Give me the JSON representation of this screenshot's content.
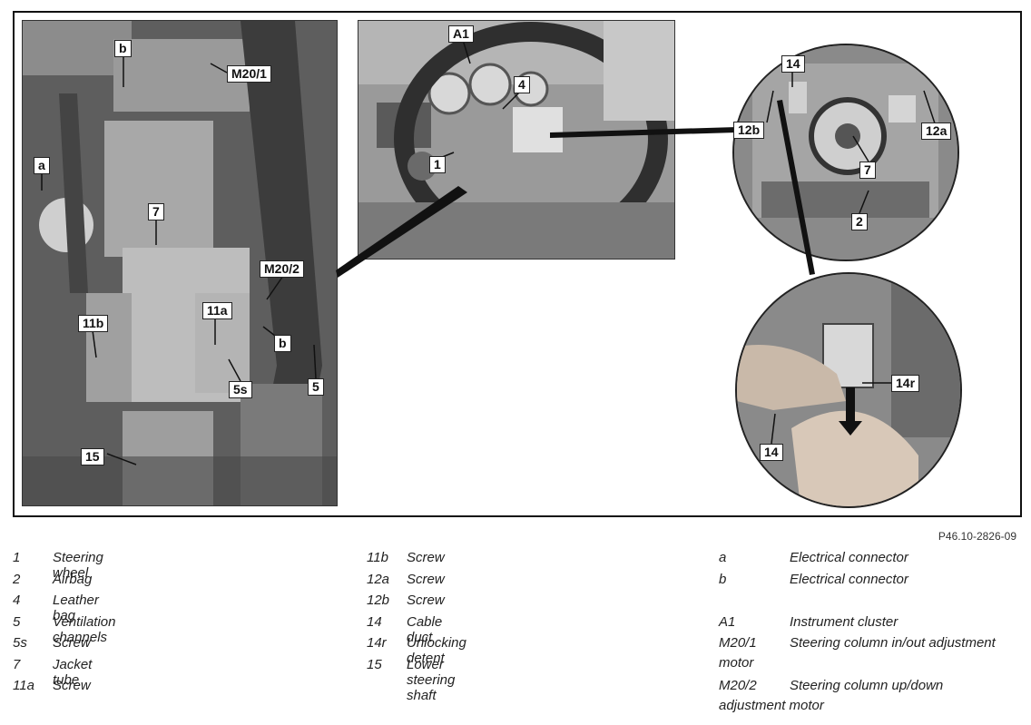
{
  "figure_id": "P46.10-2826-09",
  "callouts": {
    "b1": "b",
    "m20_1": "M20/1",
    "a": "a",
    "c7": "7",
    "m20_2": "M20/2",
    "c11a": "11a",
    "c11b": "11b",
    "b2": "b",
    "c5s": "5s",
    "c5": "5",
    "c15": "15",
    "a1": "A1",
    "c4": "4",
    "c1": "1",
    "c14": "14",
    "c12b": "12b",
    "c12a": "12a",
    "c7b": "7",
    "c2": "2",
    "c14r": "14r",
    "c14b": "14"
  },
  "legend": {
    "col1": [
      {
        "code": "1",
        "desc": "Steering wheel"
      },
      {
        "code": "2",
        "desc": "Airbag"
      },
      {
        "code": "4",
        "desc": "Leather bag"
      },
      {
        "code": "5",
        "desc": "Ventilation channels"
      },
      {
        "code": "5s",
        "desc": "Screw"
      },
      {
        "code": "7",
        "desc": "Jacket tube"
      },
      {
        "code": "11a",
        "desc": "Screw"
      }
    ],
    "col2": [
      {
        "code": "11b",
        "desc": "Screw"
      },
      {
        "code": "12a",
        "desc": "Screw"
      },
      {
        "code": "12b",
        "desc": "Screw"
      },
      {
        "code": "14",
        "desc": "Cable duct"
      },
      {
        "code": "14r",
        "desc": "Unlocking detent"
      },
      {
        "code": "15",
        "desc": "Lower steering shaft"
      }
    ],
    "col3": [
      {
        "code": "a",
        "desc": "Electrical connector"
      },
      {
        "code": "b",
        "desc": "Electrical connector"
      },
      {
        "code": "",
        "desc": ""
      },
      {
        "code": "A1",
        "desc": "Instrument cluster"
      },
      {
        "code": "M20/1",
        "desc": "Steering column in/out adjustment",
        "cont": "motor"
      },
      {
        "code": "M20/2",
        "desc": "Steering column up/down",
        "cont": "adjustment motor"
      }
    ]
  }
}
